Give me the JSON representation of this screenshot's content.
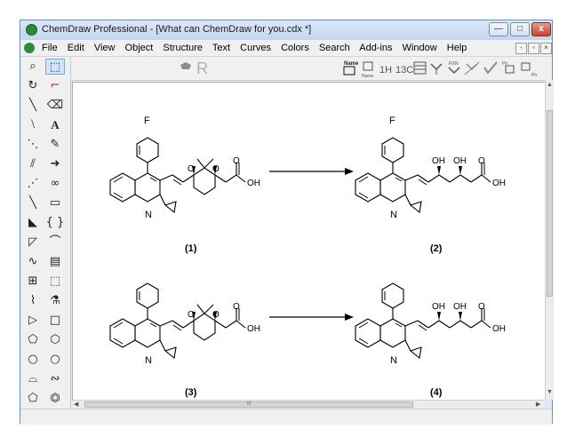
{
  "window": {
    "title": "ChemDraw Professional - [What can ChemDraw for you.cdx *]",
    "controls": {
      "minimize": "—",
      "maximize": "□",
      "close": "x"
    }
  },
  "menubar": {
    "items": [
      "File",
      "Edit",
      "View",
      "Object",
      "Structure",
      "Text",
      "Curves",
      "Colors",
      "Search",
      "Add-ins",
      "Window",
      "Help"
    ],
    "mdi_controls": [
      "-",
      "▫",
      "×"
    ]
  },
  "toolbar": {
    "name_icon_label": "Name",
    "name_label": "Name",
    "h_nmr": "1H",
    "c_nmr": "13C",
    "rxn": "RXN",
    "ph1": "Ph",
    "ph2": "Ph",
    "r_glyph": "R"
  },
  "palette": {
    "text_tool": "A"
  },
  "scrollbar": {
    "marker": "III"
  },
  "canvas": {
    "labels": {
      "compound1": "(1)",
      "compound2": "(2)",
      "compound3": "(3)",
      "compound4": "(4)"
    },
    "atoms": {
      "f": "F",
      "n": "N",
      "o": "O",
      "oh": "OH"
    }
  }
}
